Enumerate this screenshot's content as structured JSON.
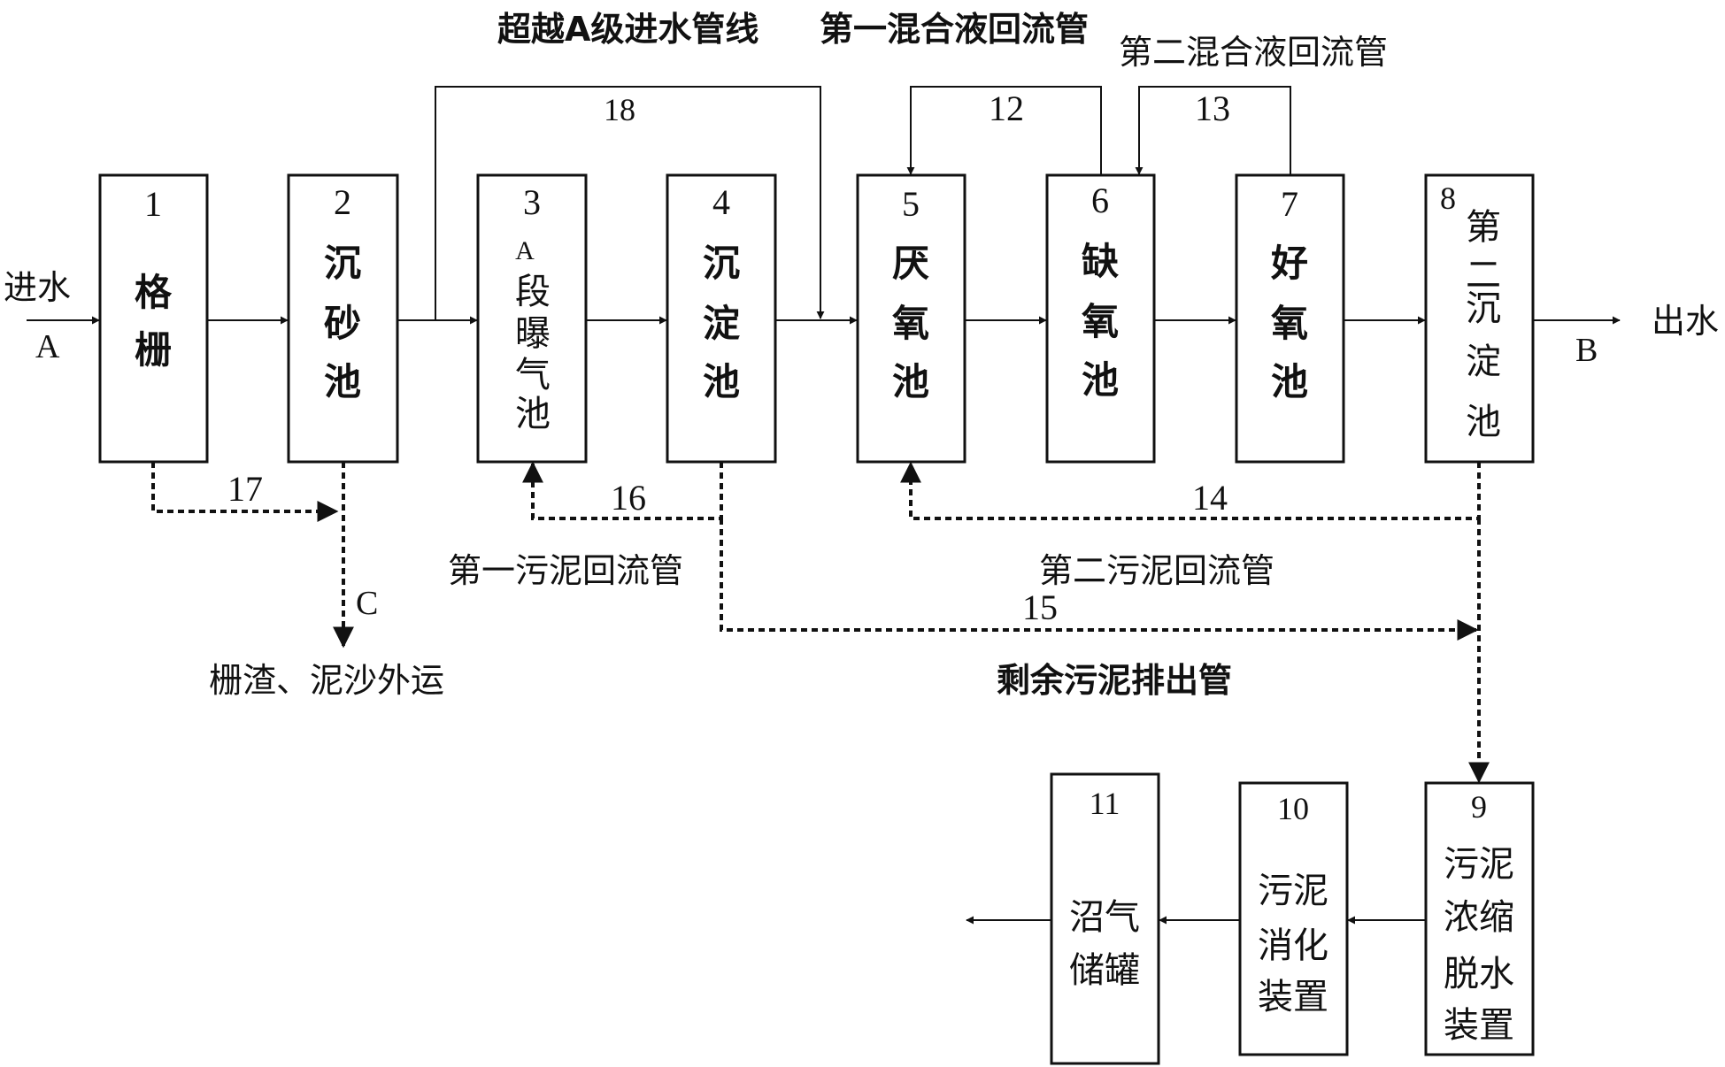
{
  "units": {
    "u1": {
      "num": "1",
      "l1": "格",
      "l2": "栅"
    },
    "u2": {
      "num": "2",
      "l1": "沉",
      "l2": "砂",
      "l3": "池"
    },
    "u3": {
      "num": "3",
      "l0": "A",
      "l1": "段",
      "l2": "曝",
      "l3": "气",
      "l4": "池"
    },
    "u4": {
      "num": "4",
      "l1": "沉",
      "l2": "淀",
      "l3": "池"
    },
    "u5": {
      "num": "5",
      "l1": "厌",
      "l2": "氧",
      "l3": "池"
    },
    "u6": {
      "num": "6",
      "l1": "缺",
      "l2": "氧",
      "l3": "池"
    },
    "u7": {
      "num": "7",
      "l1": "好",
      "l2": "氧",
      "l3": "池"
    },
    "u8": {
      "num": "8",
      "l1": "第",
      "l2": "二",
      "l3": "沉",
      "l4": "淀",
      "l5": "池"
    },
    "u9": {
      "num": "9",
      "l1": "污泥",
      "l2": "浓缩",
      "l3": "脱水",
      "l4": "装置"
    },
    "u10": {
      "num": "10",
      "l1": "污泥",
      "l2": "消化",
      "l3": "装置"
    },
    "u11": {
      "num": "11",
      "l1": "沼气",
      "l2": "储罐"
    }
  },
  "pipes": {
    "p12": "12",
    "p13": "13",
    "p14": "14",
    "p15": "15",
    "p16": "16",
    "p17": "17",
    "p18": "18"
  },
  "labels": {
    "inlet": "进水",
    "inlet_letter": "A",
    "outlet": "出水",
    "outlet_letter": "B",
    "waste_letter": "C",
    "waste": "栅渣、泥沙外运",
    "bypass_line": "超越A级进水管线",
    "first_mixed_return": "第一混合液回流管",
    "second_mixed_return": "第二混合液回流管",
    "first_sludge_return": "第一污泥回流管",
    "second_sludge_return": "第二污泥回流管",
    "excess_sludge": "剩余污泥排出管"
  }
}
